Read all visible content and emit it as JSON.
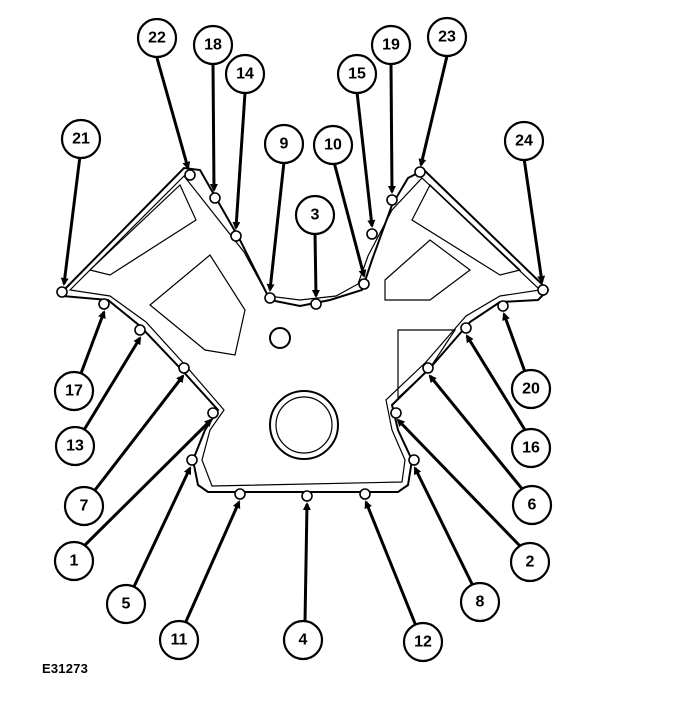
{
  "figure_ref": "E31273",
  "callouts": [
    "1",
    "2",
    "3",
    "4",
    "5",
    "6",
    "7",
    "8",
    "9",
    "10",
    "11",
    "12",
    "13",
    "14",
    "15",
    "16",
    "17",
    "18",
    "19",
    "20",
    "21",
    "22",
    "23",
    "24"
  ],
  "colors": {
    "line": "#000000",
    "background": "#ffffff"
  }
}
